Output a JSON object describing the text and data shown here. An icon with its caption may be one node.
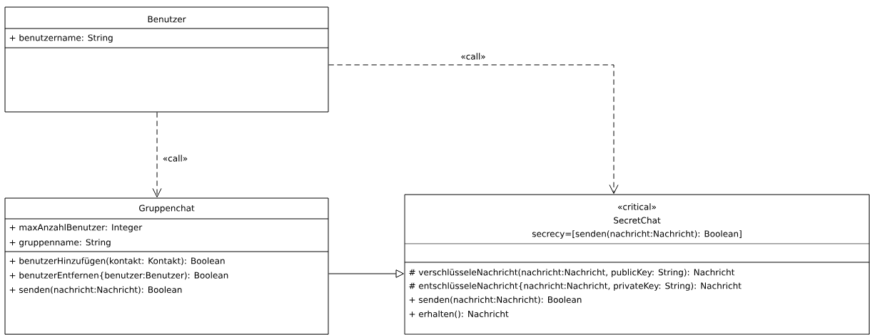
{
  "diagram": {
    "nodes": [
      {
        "text": [
          "Benutzer",
          "+ benutzername: String"
        ]
      },
      {
        "text": [
          "Gruppenchat",
          "+ maxAnzahlBenutzer: Integer",
          "+ gruppenname: String",
          "+ benutzerHinzufügen(kontakt: Kontakt): Boolean",
          "+ benutzerEntfernen{benutzer:Benutzer): Boolean",
          "+ senden(nachricht:Nachricht): Boolean"
        ]
      },
      {
        "text": [
          "«critical»",
          "SecretChat",
          "secrecy=[senden(nachricht:Nachricht): Boolean]",
          "# verschlüsseleNachricht(nachricht:Nachricht, publicKey: String): Nachricht",
          "# entschlüsseleNachricht{nachricht:Nachricht, privateKey: String): Nachricht",
          "+ senden(nachricht:Nachricht): Boolean",
          "+ erhalten(): Nachricht"
        ]
      }
    ],
    "edges": [
      {
        "from": 0,
        "to": 1,
        "arrow": "to",
        "style": "dashed",
        "label": "«call»"
      },
      {
        "from": 0,
        "to": 2,
        "arrow": "to",
        "style": "dashed",
        "label": "«call»"
      },
      {
        "from": 1,
        "to": 2,
        "arrow": "to"
      }
    ]
  }
}
